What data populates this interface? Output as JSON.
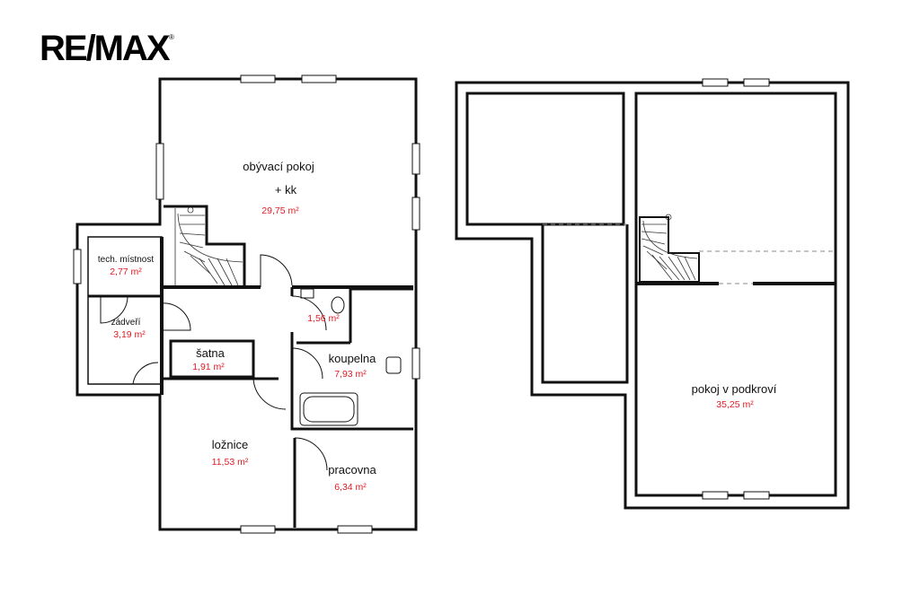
{
  "logo": {
    "text": "RE/MAX",
    "reg": "®"
  },
  "ground_floor": {
    "rooms": [
      {
        "id": "obyvaci",
        "name": "obývací pokoj",
        "name2": "+  kk",
        "area": "29,75 m²"
      },
      {
        "id": "tech",
        "name": "tech. místnost",
        "area": "2,77 m²"
      },
      {
        "id": "zadveri",
        "name": "zádveří",
        "area": "3,19 m²"
      },
      {
        "id": "wc",
        "name": "",
        "area": "1,56 m²"
      },
      {
        "id": "satna",
        "name": "šatna",
        "area": "1,91 m²"
      },
      {
        "id": "koupelna",
        "name": "koupelna",
        "area": "7,93 m²"
      },
      {
        "id": "loznice",
        "name": "ložnice",
        "area": "11,53 m²"
      },
      {
        "id": "pracovna",
        "name": "pracovna",
        "area": "6,34 m²"
      }
    ]
  },
  "attic": {
    "rooms": [
      {
        "id": "podkrovi",
        "name": "pokoj v podkroví",
        "area": "35,25 m²"
      }
    ]
  },
  "colors": {
    "wall": "#111111",
    "area_text": "#e01b24",
    "background": "#ffffff"
  }
}
